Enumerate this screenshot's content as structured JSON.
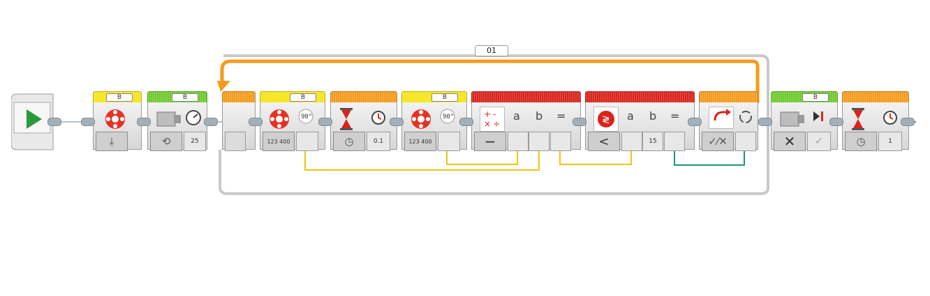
{
  "program": {
    "loop": {
      "label": "01"
    },
    "blocks": [
      {
        "type": "start-block",
        "icon": "play-icon"
      },
      {
        "type": "large-motor",
        "port": "B",
        "mode_icon": "download-icon"
      },
      {
        "type": "motor-rotate",
        "port": "B",
        "mode_icon": "rotate-icon",
        "value": "25"
      },
      {
        "type": "loop-start"
      },
      {
        "type": "motor-rotation-sensor",
        "port": "B",
        "mode_label": "123 400"
      },
      {
        "type": "wait",
        "mode_icon": "timer-icon",
        "value": "0.1"
      },
      {
        "type": "motor-rotation-sensor",
        "port": "B",
        "mode_label": "123 400"
      },
      {
        "type": "math",
        "op": "−",
        "a": "a",
        "b": "b",
        "eq": "="
      },
      {
        "type": "compare",
        "op": "<",
        "a": "a",
        "b": "b",
        "eq": "=",
        "value": "15"
      },
      {
        "type": "loop-interrupt",
        "mode_icon": "x-slash-icon"
      },
      {
        "type": "motor-stop",
        "port": "B",
        "mode_icon": "x-icon"
      },
      {
        "type": "wait-end",
        "mode_icon": "timer-icon",
        "value": "1"
      }
    ],
    "wire_colors": {
      "yellow": "#f2c40c",
      "green": "#1a9a6a",
      "loop": "#f59b1c"
    }
  }
}
